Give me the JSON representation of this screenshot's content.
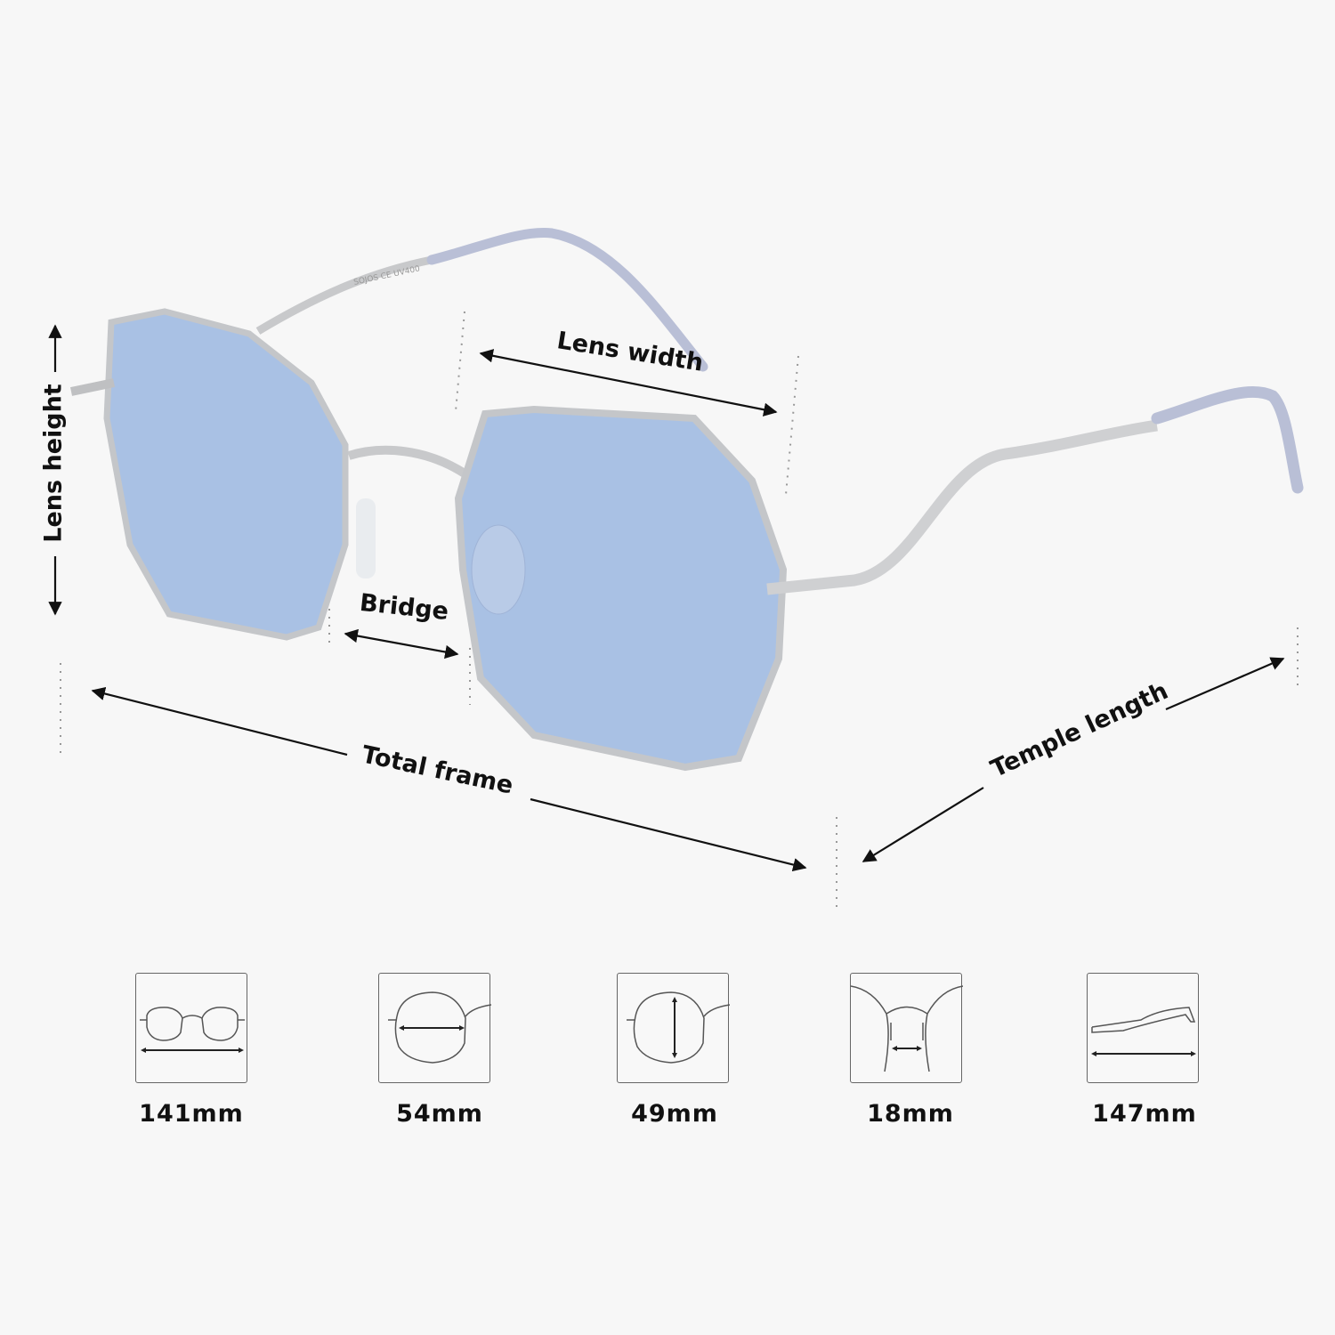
{
  "product": {
    "temple_print": "SOJOS  CE  UV400",
    "colors": {
      "lens": "#a7c0e3",
      "frame": "#c9cacc",
      "temple_tip": "#b9bfd6",
      "background": "#f7f7f7"
    }
  },
  "annotations": {
    "lens_height": "Lens height",
    "lens_width": "Lens width",
    "bridge": "Bridge",
    "total_frame": "Total frame",
    "temple_length": "Temple length"
  },
  "measurements": [
    {
      "icon": "total-frame-icon",
      "value": "141mm"
    },
    {
      "icon": "lens-width-icon",
      "value": "54mm"
    },
    {
      "icon": "lens-height-icon",
      "value": "49mm"
    },
    {
      "icon": "bridge-icon",
      "value": "18mm"
    },
    {
      "icon": "temple-length-icon",
      "value": "147mm"
    }
  ]
}
